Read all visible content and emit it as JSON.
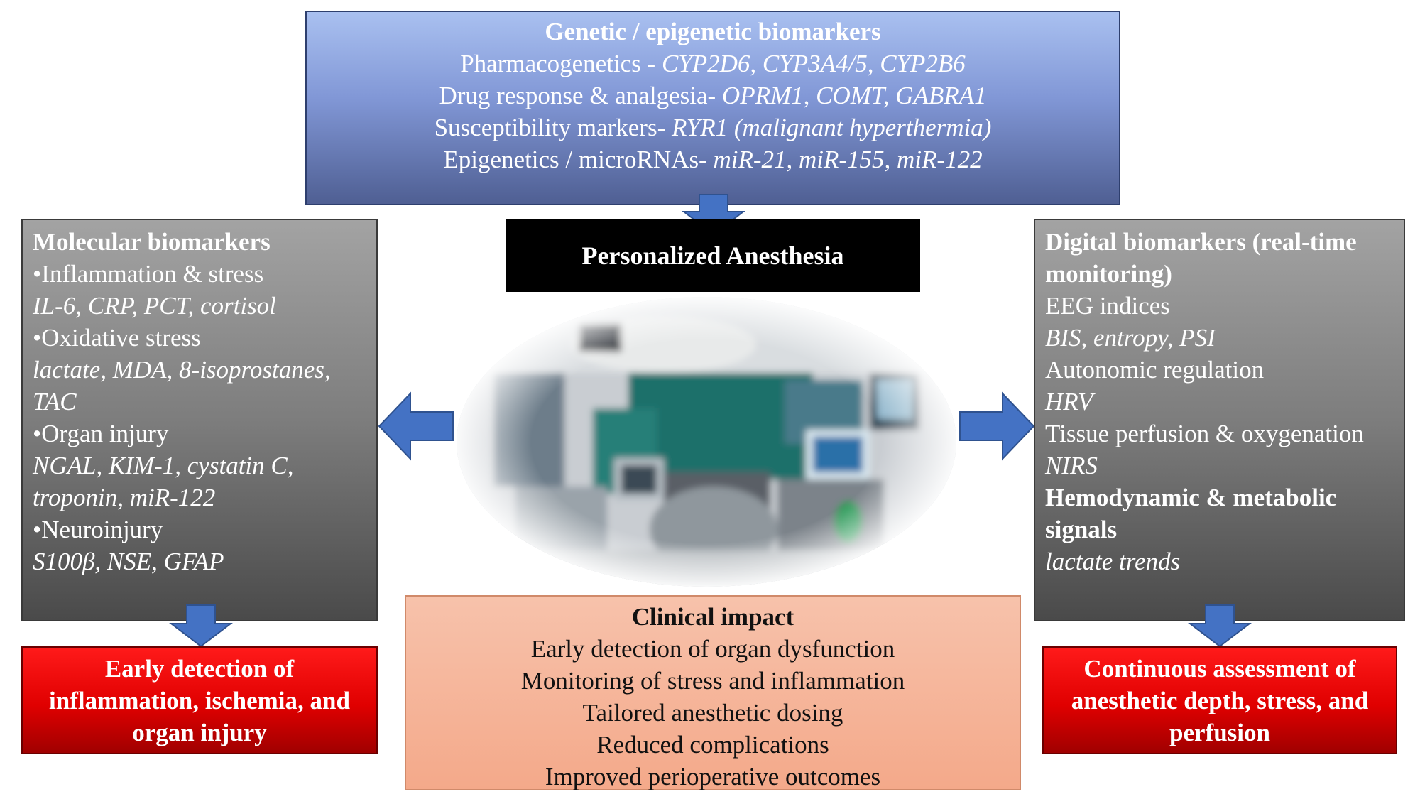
{
  "genetic": {
    "title": "Genetic / epigenetic biomarkers",
    "rows": [
      {
        "label": "Pharmacogenetics - ",
        "items": "CYP2D6, CYP3A4/5, CYP2B6"
      },
      {
        "label": "Drug response & analgesia- ",
        "items": "OPRM1, COMT, GABRA1"
      },
      {
        "label": "Susceptibility markers- ",
        "items": "RYR1 (malignant hyperthermia)"
      },
      {
        "label": "Epigenetics / microRNAs- ",
        "items": "miR-21, miR-155, miR-122"
      }
    ]
  },
  "center": {
    "title": "Personalized Anesthesia"
  },
  "molecular": {
    "title": "Molecular biomarkers",
    "lines": [
      {
        "text": "•Inflammation & stress",
        "style": "normal"
      },
      {
        "text": "IL-6, CRP, PCT, cortisol",
        "style": "italic"
      },
      {
        "text": "•Oxidative stress",
        "style": "normal"
      },
      {
        "text": "lactate, MDA, 8-isoprostanes,",
        "style": "italic"
      },
      {
        "text": "TAC",
        "style": "italic"
      },
      {
        "text": "•Organ injury",
        "style": "normal"
      },
      {
        "text": "NGAL, KIM-1, cystatin C,",
        "style": "italic"
      },
      {
        "text": "troponin, miR-122",
        "style": "italic"
      },
      {
        "text": "•Neuroinjury",
        "style": "normal"
      },
      {
        "text": "S100β, NSE, GFAP",
        "style": "italic"
      }
    ]
  },
  "digital": {
    "title_1": "Digital biomarkers (real-time",
    "title_2": "monitoring)",
    "lines": [
      {
        "text": "EEG indices",
        "style": "normal"
      },
      {
        "text": "BIS, entropy, PSI",
        "style": "italic"
      },
      {
        "text": "Autonomic regulation",
        "style": "normal"
      },
      {
        "text": "HRV",
        "style": "italic"
      },
      {
        "text": "Tissue perfusion & oxygenation",
        "style": "normal"
      },
      {
        "text": "NIRS",
        "style": "italic"
      },
      {
        "text": "Hemodynamic & metabolic",
        "style": "bold"
      },
      {
        "text": "signals",
        "style": "bold"
      },
      {
        "text": "lactate trends",
        "style": "italic"
      }
    ]
  },
  "outcome_left": {
    "lines": [
      "Early detection of",
      "inflammation, ischemia, and",
      "organ injury"
    ]
  },
  "outcome_right": {
    "lines": [
      "Continuous assessment of",
      "anesthetic depth, stress, and",
      "perfusion"
    ]
  },
  "clinical": {
    "title": "Clinical impact",
    "lines": [
      "Early detection of organ dysfunction",
      "Monitoring of stress and inflammation",
      "Tailored anesthetic dosing",
      "Reduced complications",
      "Improved perioperative outcomes"
    ]
  },
  "colors": {
    "arrow_fill": "#4472c4",
    "arrow_stroke": "#2f528f"
  }
}
